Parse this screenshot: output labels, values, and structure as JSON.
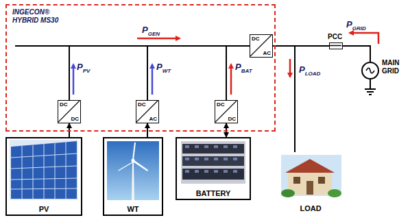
{
  "diagram": {
    "nodes": [
      {
        "text": [
          "INGECON® HYBRID MS30"
        ]
      },
      {
        "text": [
          "DC",
          "DC"
        ],
        "in": 0
      },
      {
        "text": [
          "DC",
          "AC"
        ],
        "in": 0
      },
      {
        "text": [
          "DC",
          "DC"
        ],
        "in": 0
      },
      {
        "text": [
          "DC",
          "AC"
        ],
        "in": 0
      },
      {
        "text": [
          "PCC"
        ]
      },
      {
        "text": [
          "MAIN GRID"
        ]
      },
      {
        "text": [
          "PV"
        ]
      },
      {
        "text": [
          "WT"
        ]
      },
      {
        "text": [
          "BATTERY"
        ]
      },
      {
        "text": [
          "LOAD"
        ]
      }
    ],
    "edges": [
      {
        "from": 7,
        "to": 1,
        "arrow": "to"
      },
      {
        "from": 8,
        "to": 2,
        "arrow": "to"
      },
      {
        "from": 9,
        "to": 3,
        "arrow": "both"
      },
      {
        "from": 1,
        "to": 4,
        "arrow": "none"
      },
      {
        "from": 2,
        "to": 4,
        "arrow": "none"
      },
      {
        "from": 3,
        "to": 4,
        "arrow": "none"
      },
      {
        "from": 4,
        "to": 5,
        "arrow": "none"
      },
      {
        "from": 4,
        "to": 10,
        "arrow": "none"
      },
      {
        "from": 5,
        "to": 6,
        "arrow": "none"
      }
    ],
    "labels": [
      "P",
      "GEN",
      "P",
      "PV",
      "P",
      "WT",
      "P",
      "BAT",
      "P",
      "GRID",
      "P",
      "LOAD"
    ]
  }
}
